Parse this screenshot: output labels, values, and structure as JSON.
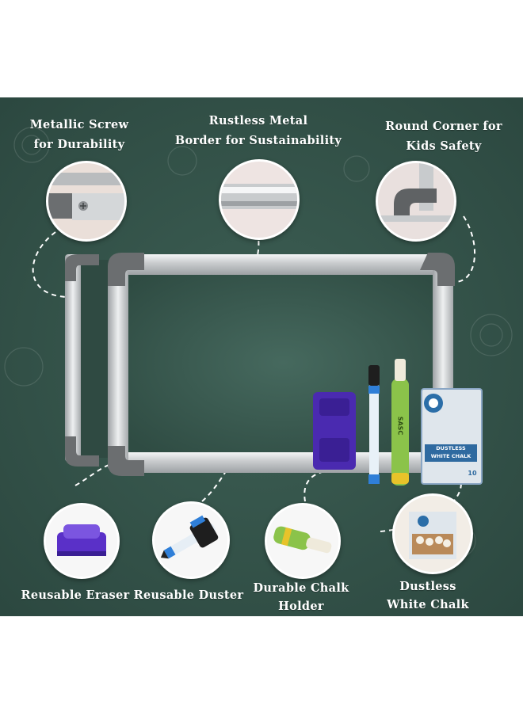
{
  "features": {
    "screw": {
      "line1": "Metallic Screw",
      "line2": "for Durability",
      "icon": "screw-detail-icon"
    },
    "border": {
      "line1": "Rustless Metal",
      "line2": "Border for Sustainability",
      "icon": "border-detail-icon"
    },
    "corner": {
      "line1": "Round Corner for",
      "line2": "Kids Safety",
      "icon": "corner-detail-icon"
    },
    "eraser": {
      "line1": "Reusable Eraser",
      "icon": "eraser-icon"
    },
    "duster": {
      "line1": "Reusable Duster",
      "icon": "marker-duster-icon"
    },
    "holder": {
      "line1": "Durable Chalk",
      "line2": "Holder",
      "icon": "chalk-holder-icon"
    },
    "chalk": {
      "line1": "Dustless",
      "line2": "White Chalk",
      "icon": "chalk-box-icon"
    }
  },
  "product": {
    "holder_brand": "SASC",
    "box_line1": "DUSTLESS",
    "box_line2": "WHITE CHALK",
    "box_count": "10"
  },
  "colors": {
    "chalkboard": "#35544a",
    "frame": "#c9ccce",
    "corner": "#6b6e70",
    "eraser": "#4a2ab0",
    "holder": "#8bc34a",
    "marker": "#2f7fd8"
  }
}
